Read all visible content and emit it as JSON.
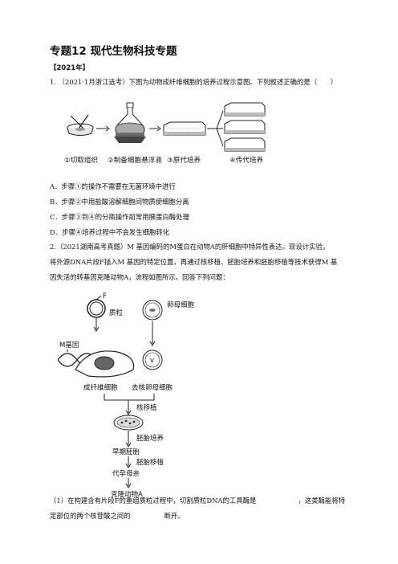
{
  "title": "专题12 现代生物科技专题",
  "year_tag": "【2021年】",
  "q1": {
    "num": "1.",
    "stem": "（2021·1月浙江选考）下图为动物成纤维细胞的培养过程示意图。下列叙述正确的是（　　）",
    "steps": [
      "①切取组织",
      "②制备细胞悬浮液",
      "③原代培养",
      "④传代培养"
    ],
    "options": [
      "A．步骤①的操作不需要在无菌环境中进行",
      "B．步骤②中用盐酸溶解细胞间物质使细胞分离",
      "C．步骤③到④的分瓶操作前常用胰蛋白酶处理",
      "D．步骤④培养过程中不会发生细胞转化"
    ]
  },
  "q2": {
    "num": "2.",
    "stem_line1": "（2021湖南高考真题）M 基因编码的M蛋白在动物A的肝细胞中特异性表达。现设计实验，",
    "stem_line2": "将外源DNA片段F插入M 基因的特定位置，再通过核移植、胚胎培养和胚胎移植等技术获得M 基",
    "stem_line3": "因失活的转基因克隆动物A，流程如图所示。回答下列问题：",
    "diagram": {
      "plasmid": "质粒",
      "f_label": "F",
      "m_gene": "M基因",
      "egg": "卵母细胞",
      "fibroblast": "成纤维细胞",
      "enucleated": "去核卵母细胞",
      "nuclear_transfer": "核移植",
      "embryo_culture": "胚胎培养",
      "early_embryo": "早期胚胎",
      "embryo_transfer": "胚胎移植",
      "surrogate": "代孕母亲",
      "clone": "克隆动物A"
    },
    "sub1_part1": "（1）在构建含有片段F的重组质粒过程中，切割质粒DNA的工具酶是",
    "sub1_part2": "，这类酶能将特",
    "sub1_part3": "定部位的两个核苷酸之间的",
    "sub1_part4": "断开。"
  }
}
